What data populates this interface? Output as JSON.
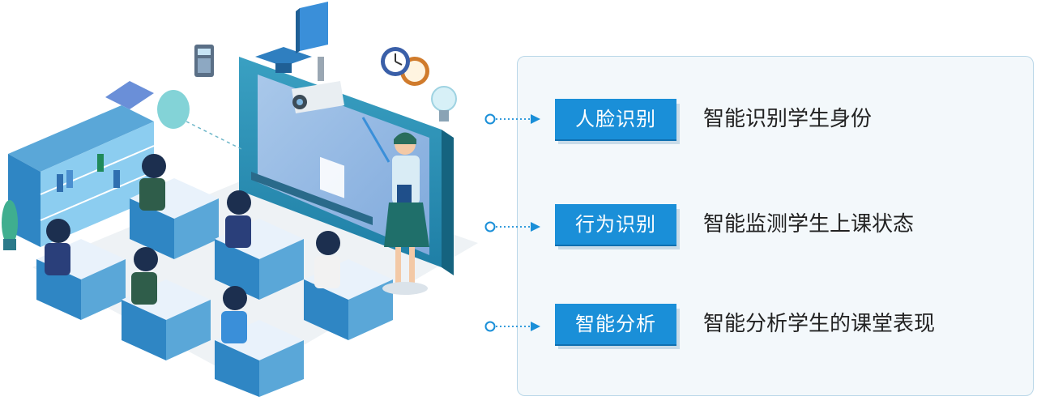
{
  "colors": {
    "accent": "#1a8fd8",
    "panel_bg": "#f3f8fb",
    "panel_border": "#b9d7e8",
    "connector": "#1a8fd8"
  },
  "features": [
    {
      "label": "人脸识别",
      "description": "智能识别学生身份"
    },
    {
      "label": "行为识别",
      "description": "智能监测学生上课状态"
    },
    {
      "label": "智能分析",
      "description": "智能分析学生的课堂表现"
    }
  ]
}
